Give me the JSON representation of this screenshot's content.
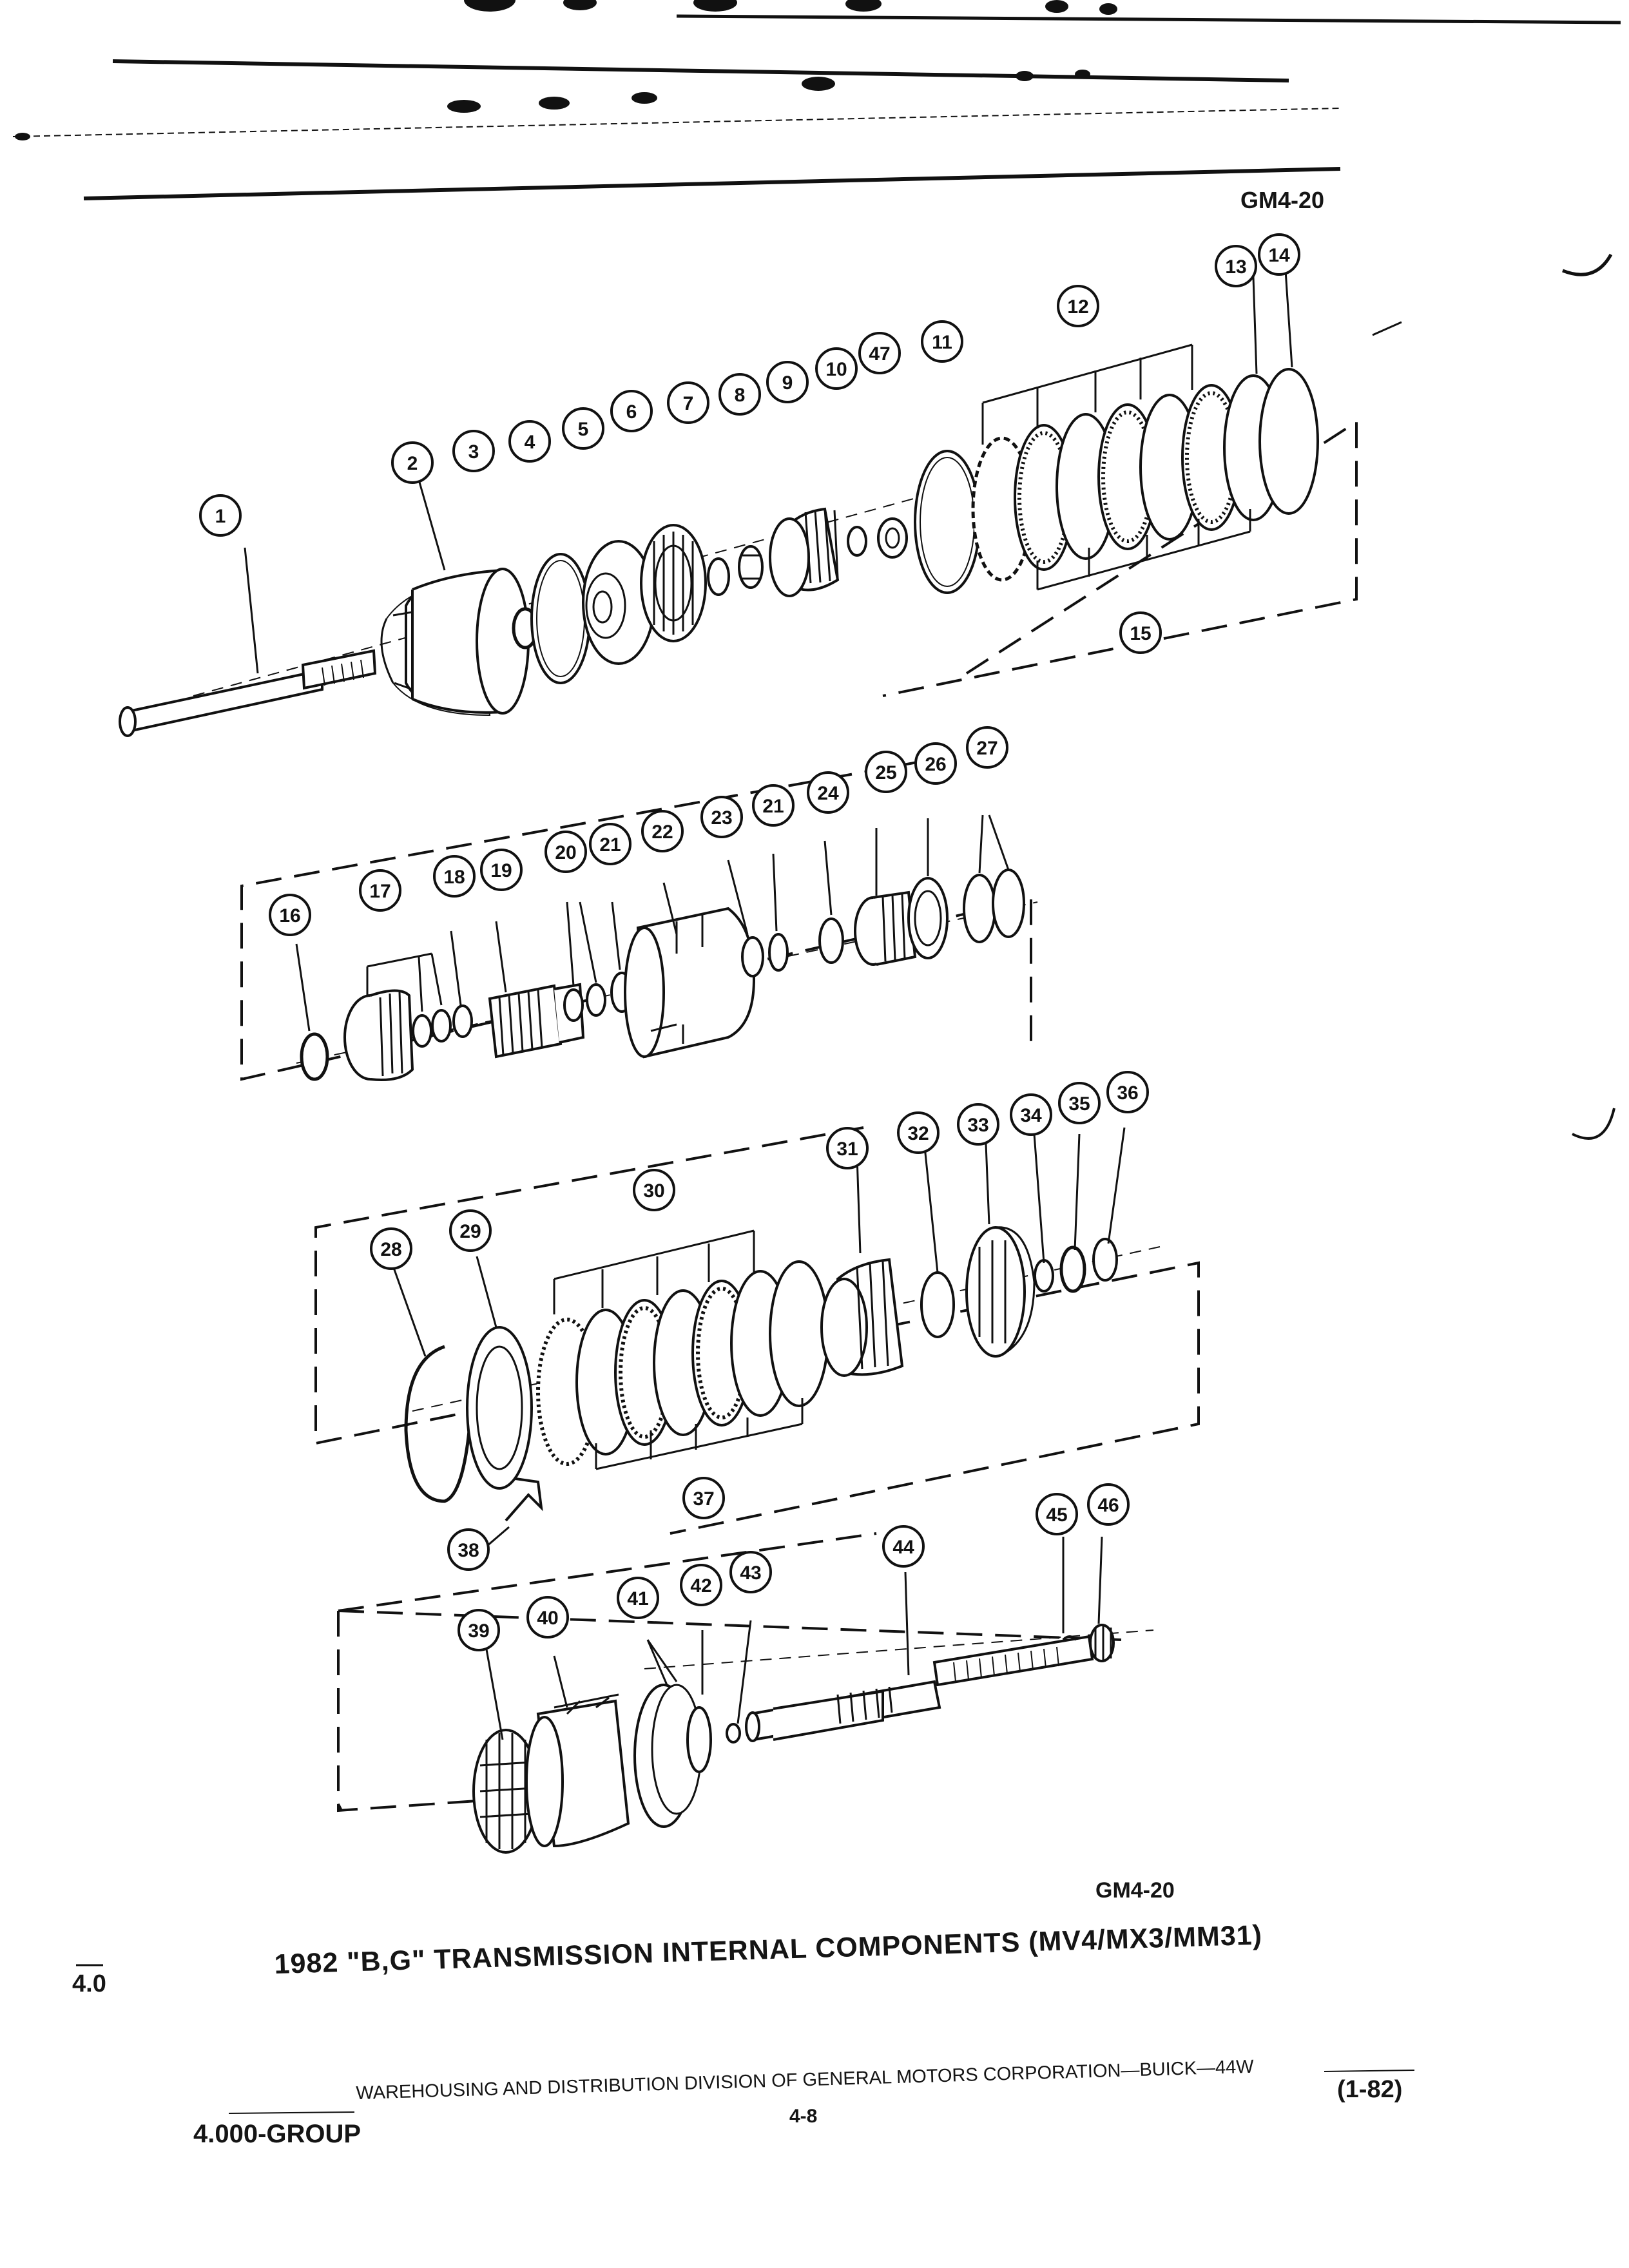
{
  "figure_code_top": "GM4-20",
  "figure_code_bottom": "GM4-20",
  "title": "1982 \"B,G\" TRANSMISSION INTERNAL COMPONENTS (MV4/MX3/MM31)",
  "margin_tab": "4.0",
  "footer": {
    "division": "WAREHOUSING AND DISTRIBUTION  DIVISION OF GENERAL MOTORS CORPORATION—BUICK—44W",
    "page_number": "4-8",
    "date_code": "(1-82)",
    "group": "4.000-GROUP"
  },
  "callouts": [
    {
      "label": "1"
    },
    {
      "label": "2"
    },
    {
      "label": "3"
    },
    {
      "label": "4"
    },
    {
      "label": "5"
    },
    {
      "label": "6"
    },
    {
      "label": "7"
    },
    {
      "label": "8"
    },
    {
      "label": "9"
    },
    {
      "label": "10"
    },
    {
      "label": "47"
    },
    {
      "label": "11"
    },
    {
      "label": "12"
    },
    {
      "label": "13"
    },
    {
      "label": "14"
    },
    {
      "label": "15"
    },
    {
      "label": "16"
    },
    {
      "label": "17"
    },
    {
      "label": "18"
    },
    {
      "label": "19"
    },
    {
      "label": "20"
    },
    {
      "label": "21"
    },
    {
      "label": "22"
    },
    {
      "label": "23"
    },
    {
      "label": "21"
    },
    {
      "label": "24"
    },
    {
      "label": "25"
    },
    {
      "label": "26"
    },
    {
      "label": "27"
    },
    {
      "label": "28"
    },
    {
      "label": "29"
    },
    {
      "label": "30"
    },
    {
      "label": "31"
    },
    {
      "label": "32"
    },
    {
      "label": "33"
    },
    {
      "label": "34"
    },
    {
      "label": "35"
    },
    {
      "label": "36"
    },
    {
      "label": "37"
    },
    {
      "label": "38"
    },
    {
      "label": "39"
    },
    {
      "label": "40"
    },
    {
      "label": "41"
    },
    {
      "label": "42"
    },
    {
      "label": "43"
    },
    {
      "label": "44"
    },
    {
      "label": "45"
    },
    {
      "label": "46"
    }
  ]
}
